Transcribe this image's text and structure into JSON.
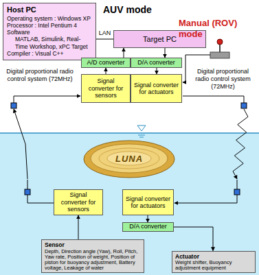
{
  "diagram": {
    "nodes": [
      {
        "text": [
          "Host PC",
          "Operating system : Windows XP",
          "Processor : Intel Pentium 4",
          "Software",
          "MATLAB, Simulink, Real-Time Workshop, xPC Target",
          "Compiler : Visual C++"
        ]
      },
      {
        "text": [
          "Target PC"
        ]
      },
      {
        "text": [
          "A/D converter"
        ]
      },
      {
        "text": [
          "D/A converter"
        ]
      },
      {
        "text": [
          "Signal converter for sensors"
        ]
      },
      {
        "text": [
          "Signal converter for actuators"
        ]
      },
      {
        "text": [
          "Signal converter for sensors"
        ]
      },
      {
        "text": [
          "Signal converter for actuators"
        ]
      },
      {
        "text": [
          "D/A converter"
        ]
      },
      {
        "text": [
          "Sensor",
          "Depth, Direction angle (Yaw), Roll, Pitch, Yaw rate, Position of weight, Position of piston for buoyancy adjustment, Battery voltage, Leakage of water"
        ]
      },
      {
        "text": [
          "Actuator",
          "Weight shifter, Buoyancy adjustment equipment"
        ]
      }
    ],
    "edges": [
      {
        "from": 0,
        "to": 1,
        "label": "LAN",
        "arrow": "none"
      },
      {
        "from": 2,
        "to": 1,
        "arrow": "to"
      },
      {
        "from": 1,
        "to": 3,
        "arrow": "to"
      },
      {
        "from": 4,
        "to": 2,
        "arrow": "to"
      },
      {
        "from": 3,
        "to": 5,
        "arrow": "to"
      },
      {
        "from": 9,
        "to": 6,
        "arrow": "to"
      },
      {
        "from": 7,
        "to": 8,
        "arrow": "to"
      },
      {
        "from": 8,
        "to": 10,
        "arrow": "to"
      }
    ],
    "labels": [
      "AUV mode",
      "Manual (ROV) mode",
      "Digital proportional radio control system (72MHz)",
      "Digital proportional radio control system (72MHz)",
      "LUNA"
    ]
  }
}
